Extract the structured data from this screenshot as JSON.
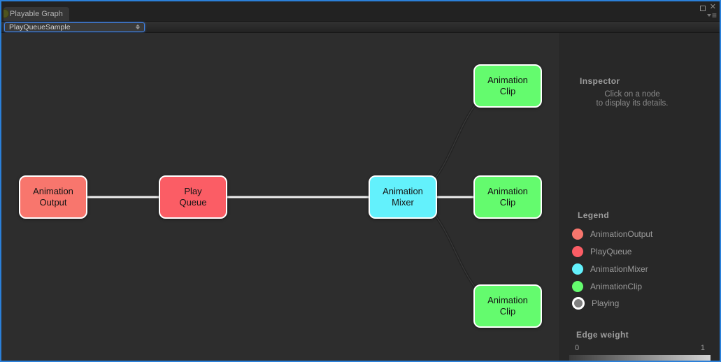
{
  "window": {
    "tab_title": "Playable Graph",
    "controls": {
      "close_glyph": "✕",
      "burger_glyph": "≡"
    }
  },
  "toolbar": {
    "graph_selector_value": "PlayQueueSample"
  },
  "graph": {
    "nodes": [
      {
        "id": "animation-output",
        "line1": "Animation",
        "line2": "Output",
        "color": "#f8766d"
      },
      {
        "id": "play-queue",
        "line1": "Play",
        "line2": "Queue",
        "color": "#fb5d65"
      },
      {
        "id": "animation-mixer",
        "line1": "Animation",
        "line2": "Mixer",
        "color": "#63f1fc"
      },
      {
        "id": "animation-clip-top",
        "line1": "Animation",
        "line2": "Clip",
        "color": "#64fb6e"
      },
      {
        "id": "animation-clip-middle",
        "line1": "Animation",
        "line2": "Clip",
        "color": "#64fb6e"
      },
      {
        "id": "animation-clip-bottom",
        "line1": "Animation",
        "line2": "Clip",
        "color": "#64fb6e"
      }
    ],
    "edges": [
      {
        "from": "animation-output",
        "to": "play-queue",
        "weight": 1
      },
      {
        "from": "play-queue",
        "to": "animation-mixer",
        "weight": 1
      },
      {
        "from": "animation-mixer",
        "to": "animation-clip-middle",
        "weight": 1
      },
      {
        "from": "animation-mixer",
        "to": "animation-clip-top",
        "weight": 0
      },
      {
        "from": "animation-mixer",
        "to": "animation-clip-bottom",
        "weight": 0
      }
    ],
    "edge_colors": {
      "strong": "#efefef",
      "weak": "#242424"
    }
  },
  "inspector": {
    "title": "Inspector",
    "hint_line1": "Click on a node",
    "hint_line2": "to display its details."
  },
  "legend": {
    "title": "Legend",
    "items": [
      {
        "label": "AnimationOutput",
        "color": "#f8766d"
      },
      {
        "label": "PlayQueue",
        "color": "#fb5d65"
      },
      {
        "label": "AnimationMixer",
        "color": "#63f1fc"
      },
      {
        "label": "AnimationClip",
        "color": "#64fb6e"
      },
      {
        "label": "Playing",
        "color": "#808080",
        "ring_color": "#ffffff"
      }
    ]
  },
  "edge_weight": {
    "title": "Edge weight",
    "min_label": "0",
    "max_label": "1",
    "gradient_from": "#3a3a3a",
    "gradient_to": "#d4d4d4"
  }
}
